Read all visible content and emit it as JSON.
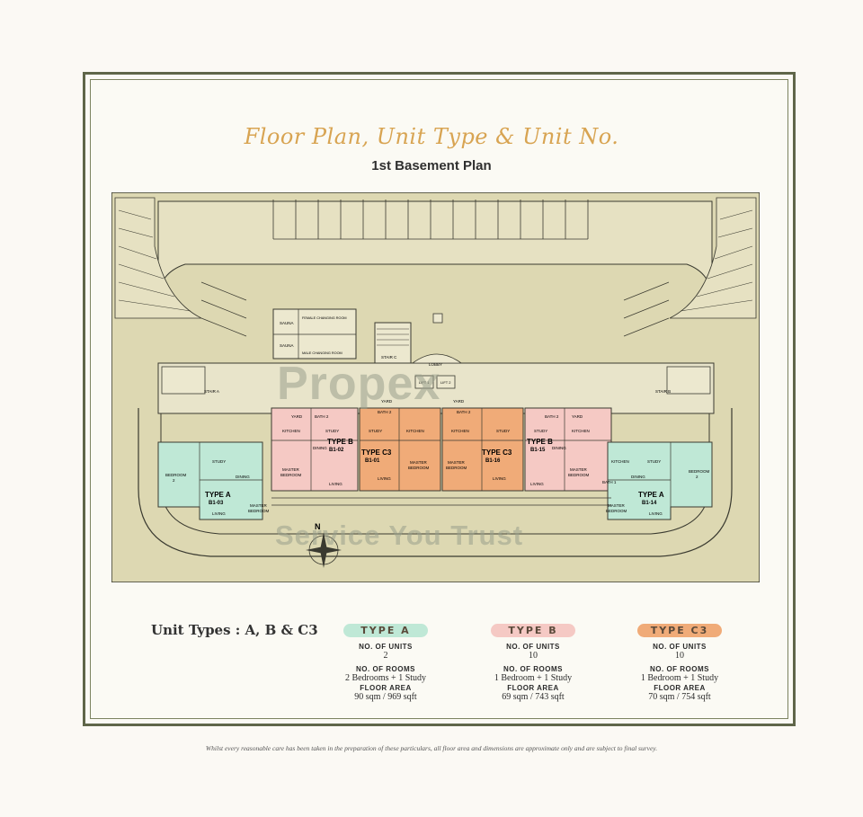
{
  "header": {
    "title": "Floor Plan, Unit Type & Unit No.",
    "subtitle": "1st Basement Plan"
  },
  "watermark": {
    "brand": "Propex",
    "tagline": "Service You Trust"
  },
  "plan": {
    "north_label": "N",
    "labels": {
      "stair_a": "STAIR A",
      "stair_b": "STAIR B",
      "stair_c": "STAIR C",
      "lobby": "LOBBY",
      "lift_1": "LIFT 1",
      "lift_2": "LIFT 2",
      "sauna_top": "SAUNA",
      "sauna_bottom": "SAUNA",
      "female_changing": "FEMALE CHANGING ROOM",
      "male_changing": "MALE CHANGING ROOM"
    },
    "units": [
      {
        "type": "TYPE A",
        "no": "B1-03"
      },
      {
        "type": "TYPE B",
        "no": "B1-02"
      },
      {
        "type": "TYPE C3",
        "no": "B1-01"
      },
      {
        "type": "TYPE C3",
        "no": "B1-16"
      },
      {
        "type": "TYPE B",
        "no": "B1-15"
      },
      {
        "type": "TYPE A",
        "no": "B1-14"
      }
    ],
    "rooms": {
      "yard": "YARD",
      "bath_1": "BATH 1",
      "bath_2": "BATH 2",
      "kitchen": "KITCHEN",
      "study": "STUDY",
      "dining": "DINING",
      "living": "LIVING",
      "master_1": "MASTER",
      "master_2": "BEDROOM",
      "bedroom_2a": "BEDROOM",
      "bedroom_2b": "2"
    }
  },
  "legend": {
    "heading": "Unit Types : A, B & C3",
    "units_label": "NO. OF UNITS",
    "rooms_label": "NO. OF ROOMS",
    "area_label": "FLOOR AREA",
    "types": [
      {
        "name": "TYPE  A",
        "units": "2",
        "rooms": "2 Bedrooms + 1 Study",
        "area": "90 sqm / 969 sqft",
        "color": "#bfe8d6"
      },
      {
        "name": "TYPE  B",
        "units": "10",
        "rooms": "1 Bedroom + 1 Study",
        "area": "69 sqm / 743 sqft",
        "color": "#f5c9c4"
      },
      {
        "name": "TYPE  C3",
        "units": "10",
        "rooms": "1 Bedroom + 1 Study",
        "area": "70 sqm / 754 sqft",
        "color": "#f0ab78"
      }
    ]
  },
  "footer": {
    "disclaimer": "Whilst every reasonable care has been taken in the preparation of these particulars, all floor area and dimensions are approximate only and are subject to final survey."
  },
  "colors": {
    "ground": "#ded9b4",
    "line": "#3a3a30",
    "type_a": "#bfe8d6",
    "type_b": "#f5c9c4",
    "type_c3": "#f0ab78",
    "title": "#d8a452"
  }
}
